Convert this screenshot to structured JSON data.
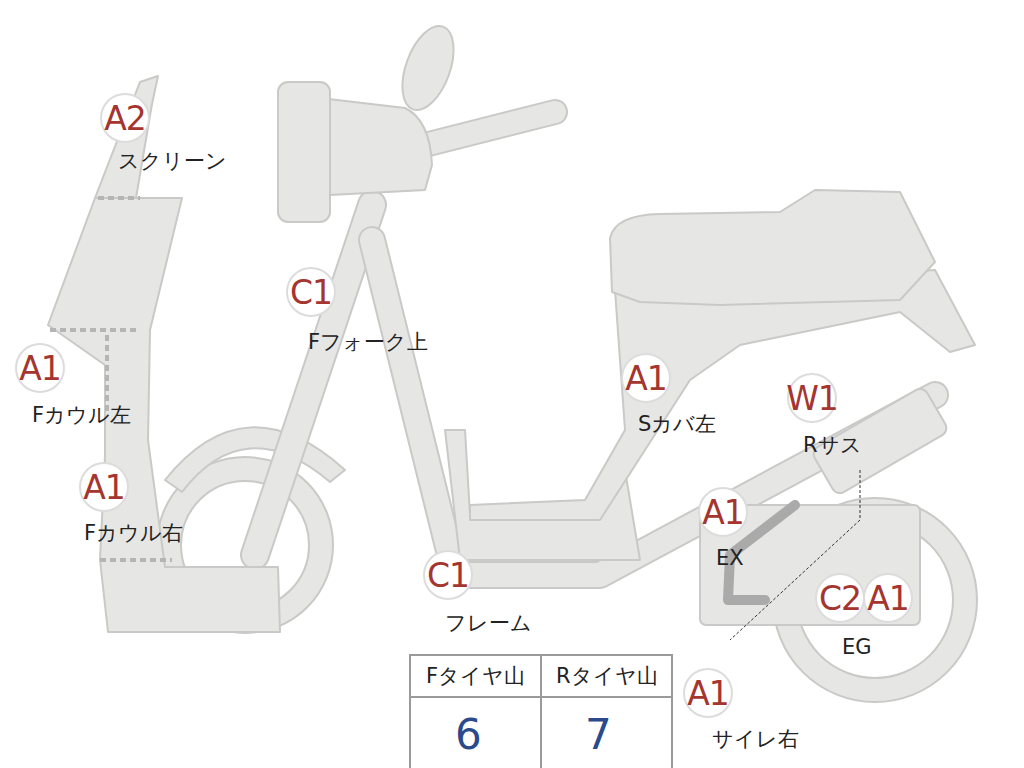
{
  "diagram": {
    "nodes": [
      {
        "text": [
          "A2",
          "スクリーン"
        ]
      },
      {
        "text": [
          "C1",
          "Fフォーク上"
        ]
      },
      {
        "text": [
          "A1",
          "Fカウル左"
        ]
      },
      {
        "text": [
          "A1",
          "Sカバ左"
        ]
      },
      {
        "text": [
          "W1",
          "Rサス"
        ]
      },
      {
        "text": [
          "A1",
          "Fカウル右"
        ]
      },
      {
        "text": [
          "A1",
          "EX"
        ]
      },
      {
        "text": [
          "C1",
          "フレーム"
        ]
      },
      {
        "text": [
          "C2"
        ]
      },
      {
        "text": [
          "A1"
        ]
      },
      {
        "text": [
          "A1",
          "サイレ右"
        ]
      }
    ],
    "labels": [
      "EG",
      "Fタイヤ山",
      "Rタイヤ山",
      "6",
      "7"
    ]
  }
}
